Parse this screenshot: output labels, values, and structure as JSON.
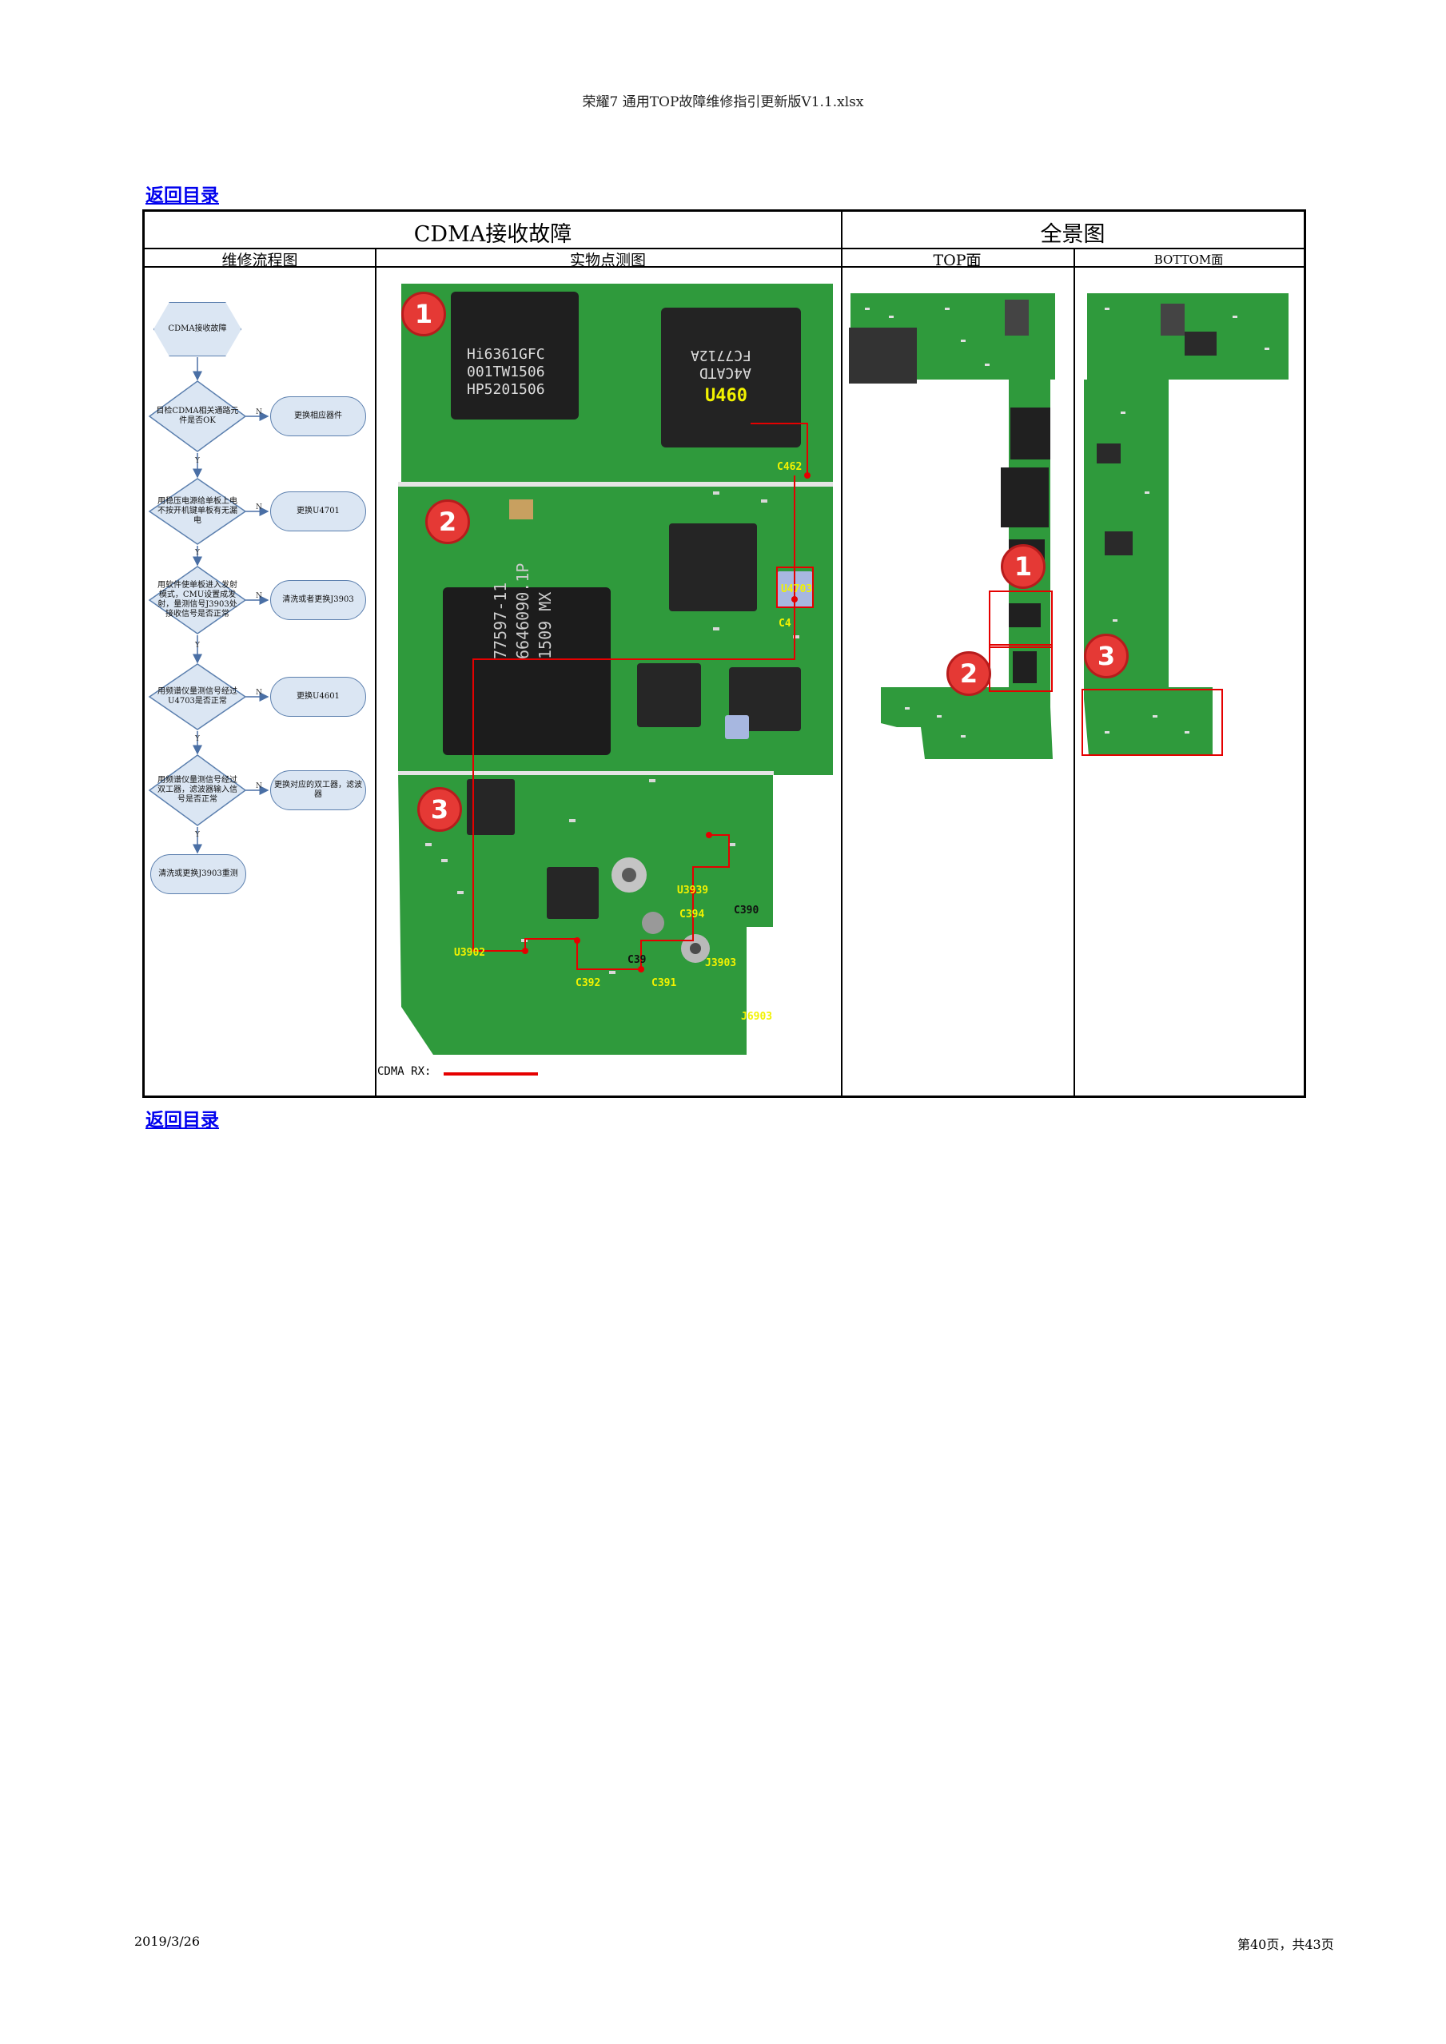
{
  "document": {
    "header": "荣耀7 通用TOP故障维修指引更新版V1.1.xlsx",
    "back_link": "返回目录",
    "date": "2019/3/26",
    "page_info": "第40页，共43页"
  },
  "table": {
    "title_left": "CDMA接收故障",
    "title_right": "全景图",
    "col_flow": "维修流程图",
    "col_photo": "实物点测图",
    "col_top": "TOP面",
    "col_bottom": "BOTTOM面"
  },
  "flowchart": {
    "start": "CDMA接收故障",
    "steps": [
      {
        "question": "目检CDMA相关通路元件是否OK",
        "action": "更换相应器件"
      },
      {
        "question": "用稳压电源给单板上电不按开机键单板有无漏电",
        "action": "更换U4701"
      },
      {
        "question": "用软件使单板进入发射模式，CMU设置成发射，量测信号J3903处接收信号是否正常",
        "action": "清洗或者更换J3903"
      },
      {
        "question": "用频谱仪量测信号经过U4703是否正常",
        "action": "更换U4601"
      },
      {
        "question": "用频谱仪量测信号经过双工器，滤波器输入信号是否正常",
        "action": "更换对应的双工器，滤波器"
      }
    ],
    "end": "清洗或更换J3903重测",
    "yes": "Y",
    "no": "N"
  },
  "photo": {
    "badges": [
      "1",
      "2",
      "3"
    ],
    "chip_texts": [
      "Hi6361GFC",
      "001TW1506",
      "HP5201506",
      "A4CATD",
      "FC7712A",
      "77597-11",
      "6646090.1P",
      "1509 MX"
    ],
    "labels": {
      "u460": "U460",
      "c462": "C462",
      "u4703": "U4703",
      "c4": "C4",
      "u3939": "U3939",
      "c394": "C394",
      "c390": "C390",
      "u3902": "U3902",
      "c392": "C392",
      "c39x": "C39",
      "c391": "C391",
      "j3903": "J3903",
      "j6903": "J6903"
    },
    "legend": "CDMA RX:"
  },
  "overview": {
    "top_badges": [
      "1",
      "2"
    ],
    "bottom_badges": [
      "3"
    ]
  },
  "colors": {
    "link": "#0000ee",
    "pcb_green": "#2f9a3c",
    "badge_red": "#e53935",
    "trace_red": "#e50000",
    "label_yellow": "#f2f200",
    "flow_fill": "#dbe6f3",
    "flow_stroke": "#5b7fae"
  }
}
